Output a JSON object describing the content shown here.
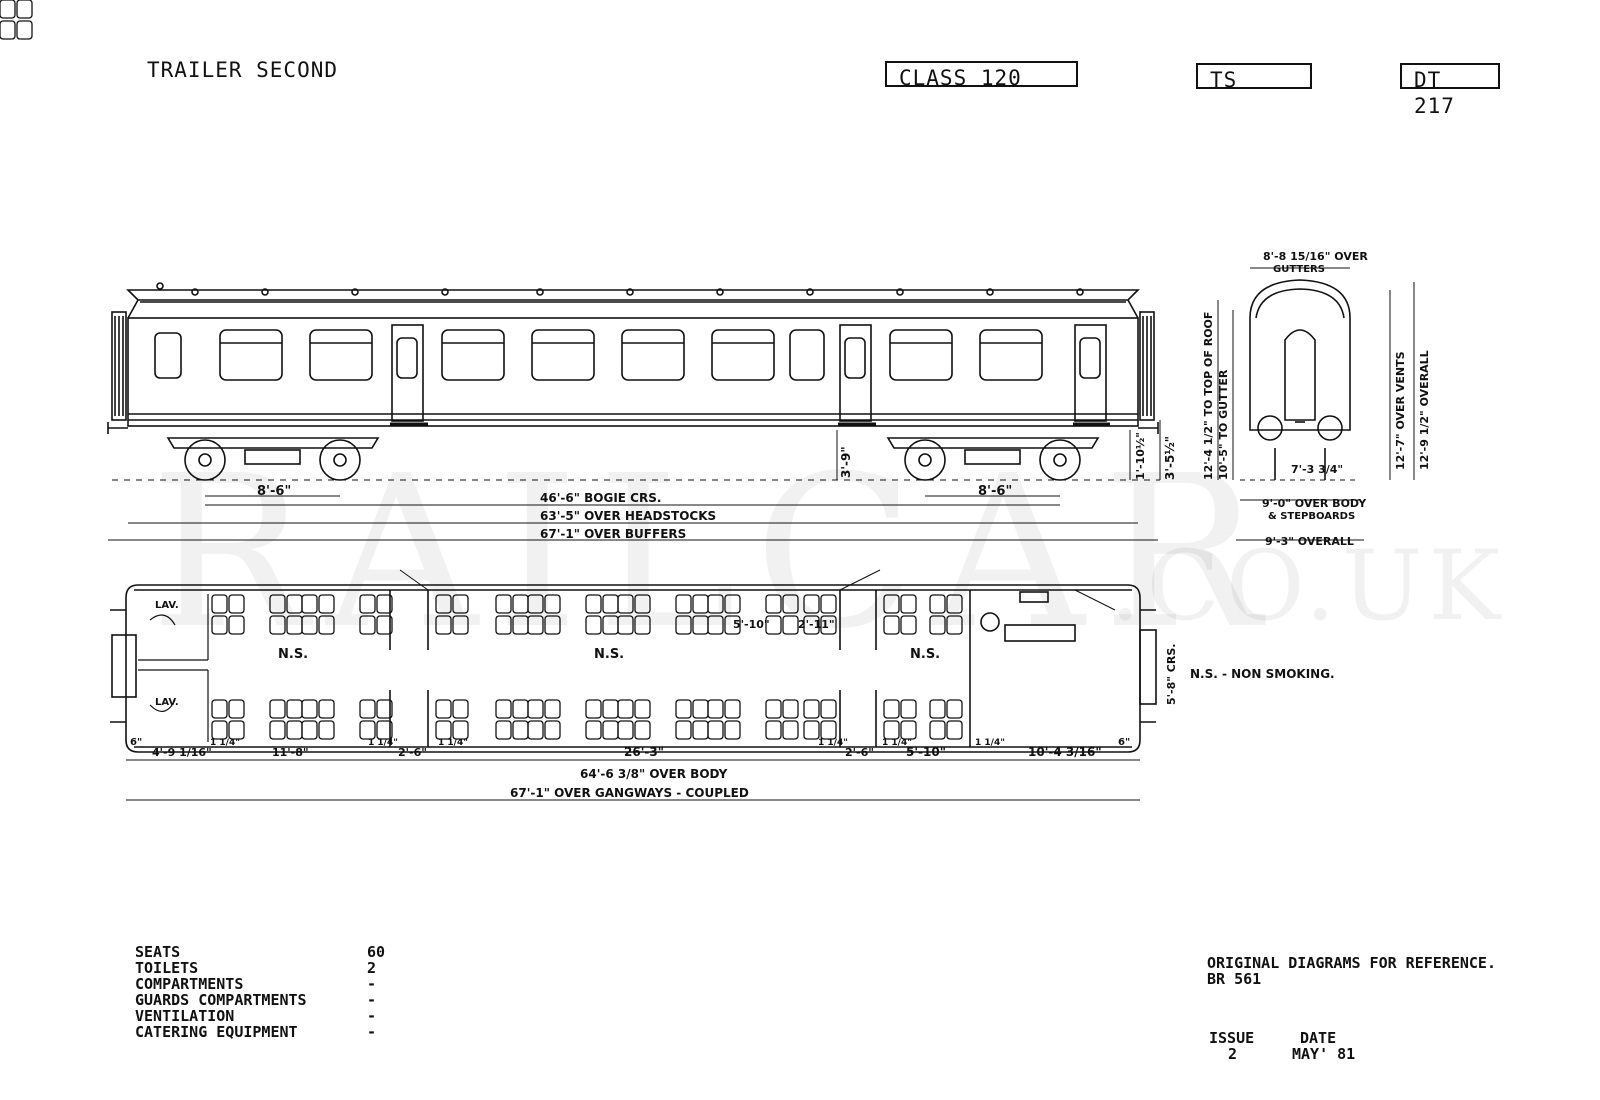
{
  "header": {
    "title": "TRAILER SECOND",
    "class_label": "CLASS 120",
    "type_code": "TS",
    "diagram_number": "DT 217"
  },
  "watermark": {
    "main": "RAILCAR",
    "suffix": ".CO.UK"
  },
  "side_elevation": {
    "bogie_centres_left": "8'-6\"",
    "bogie_centres_right": "8'-6\"",
    "height_floor": "3'-9\"",
    "height_buffer_a": "1'-10½\"",
    "height_buffer_b": "3'-5½\"",
    "dim_bogie": "46'-6\" BOGIE CRS.",
    "dim_headstocks": "63'-5\" OVER HEADSTOCKS",
    "dim_buffers": "67'-1\" OVER BUFFERS"
  },
  "end_elevation": {
    "over_gutters": "8'-8 15/16\" OVER",
    "gutters_word": "GUTTERS",
    "top_of_roof": "12'-4 1/2\" TO TOP OF ROOF",
    "to_gutter": "10'-5\" TO GUTTER",
    "over_vents": "12'-7\" OVER VENTS",
    "overall_height": "12'-9 1/2\" OVERALL",
    "wheel_gauge": "7'-3 3/4\"",
    "over_body": "9'-0\" OVER BODY",
    "stepboards": "& STEPBOARDS",
    "overall_width": "9'-3\" OVERALL"
  },
  "plan": {
    "lav_top": "LAV.",
    "lav_bottom": "LAV.",
    "ns_1": "N.S.",
    "ns_2": "N.S.",
    "ns_3": "N.S.",
    "bogie_crs": "5'-8\" CRS.",
    "legend": "N.S. - NON SMOKING.",
    "seat_pitch_1": "5'-10\"",
    "seat_pitch_2": "2'-11\"",
    "dims": [
      "6\"",
      "4'-9 1/16\"",
      "1 1/4\"",
      "11'-8\"",
      "1 1/4\"",
      "2'-6\"",
      "1 1/4\"",
      "26'-3\"",
      "1 1/4\"",
      "2'-6\"",
      "1 1/4\"",
      "5'-10\"",
      "1 1/4\"",
      "10'-4 3/16\"",
      "6\""
    ],
    "over_body": "64'-6 3/8\" OVER BODY",
    "over_gangways": "67'-1\" OVER GANGWAYS - COUPLED"
  },
  "specs": [
    {
      "label": "SEATS",
      "value": "60"
    },
    {
      "label": "TOILETS",
      "value": "2"
    },
    {
      "label": "COMPARTMENTS",
      "value": "-"
    },
    {
      "label": "GUARDS COMPARTMENTS",
      "value": "-"
    },
    {
      "label": "VENTILATION",
      "value": "-"
    },
    {
      "label": "CATERING EQUIPMENT",
      "value": "-"
    }
  ],
  "footer": {
    "reference_line1": "ORIGINAL DIAGRAMS FOR REFERENCE.",
    "reference_line2": "BR 561",
    "issue_label": "ISSUE",
    "issue_value": "2",
    "date_label": "DATE",
    "date_value": "MAY' 81"
  }
}
